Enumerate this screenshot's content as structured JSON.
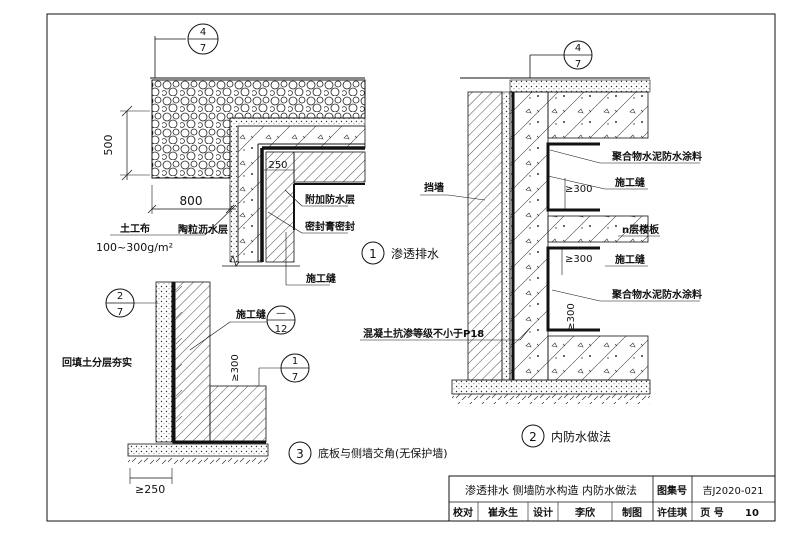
{
  "refs": {
    "d1_top": {
      "num": "4",
      "den": "7"
    },
    "d2_top": {
      "num": "4",
      "den": "7"
    },
    "d3_left": {
      "num": "2",
      "den": "7"
    },
    "d3_mid": {
      "num": "—",
      "den": "12"
    },
    "d3_bottom": {
      "num": "1",
      "den": "7"
    }
  },
  "detail1": {
    "number": "1",
    "title": "渗透排水",
    "dim_500": "500",
    "dim_800": "800",
    "dim_250": "250",
    "label_geotextile": "土工布",
    "label_geotextile_weight": "100~300g/m²",
    "label_ceramsite": "陶粒沥水层",
    "label_extra_layer": "附加防水层",
    "label_sealant": "密封膏密封",
    "label_joint": "施工缝"
  },
  "detail2": {
    "number": "2",
    "title": "内防水做法",
    "label_retaining_wall": "挡墙",
    "label_coating_top": "聚合物水泥防水涂料",
    "label_joint_top": "施工缝",
    "label_300_a": "≥300",
    "label_floor_slab": "n层楼板",
    "label_300_b": "≥300",
    "label_joint_mid": "施工缝",
    "label_coating_bottom": "聚合物水泥防水涂料",
    "label_300_c": "≥300",
    "label_concrete_grade": "混凝土抗渗等级不小于P18"
  },
  "detail3": {
    "number": "3",
    "title": "底板与侧墙交角(无保护墙)",
    "label_backfill": "回填土分层夯实",
    "label_joint": "施工缝",
    "label_300": "≥300",
    "label_250": "≥250"
  },
  "title_block": {
    "title": "渗透排水  侧墙防水构造  内防水做法",
    "atlas_label": "图集号",
    "atlas_value": "吉J2020-021",
    "check_label": "校对",
    "check_name": "崔永生",
    "design_label": "设计",
    "design_name": "李欣",
    "draw_label": "制图",
    "draw_name": "许佳琪",
    "page_label": "页  号",
    "page_value": "10"
  }
}
